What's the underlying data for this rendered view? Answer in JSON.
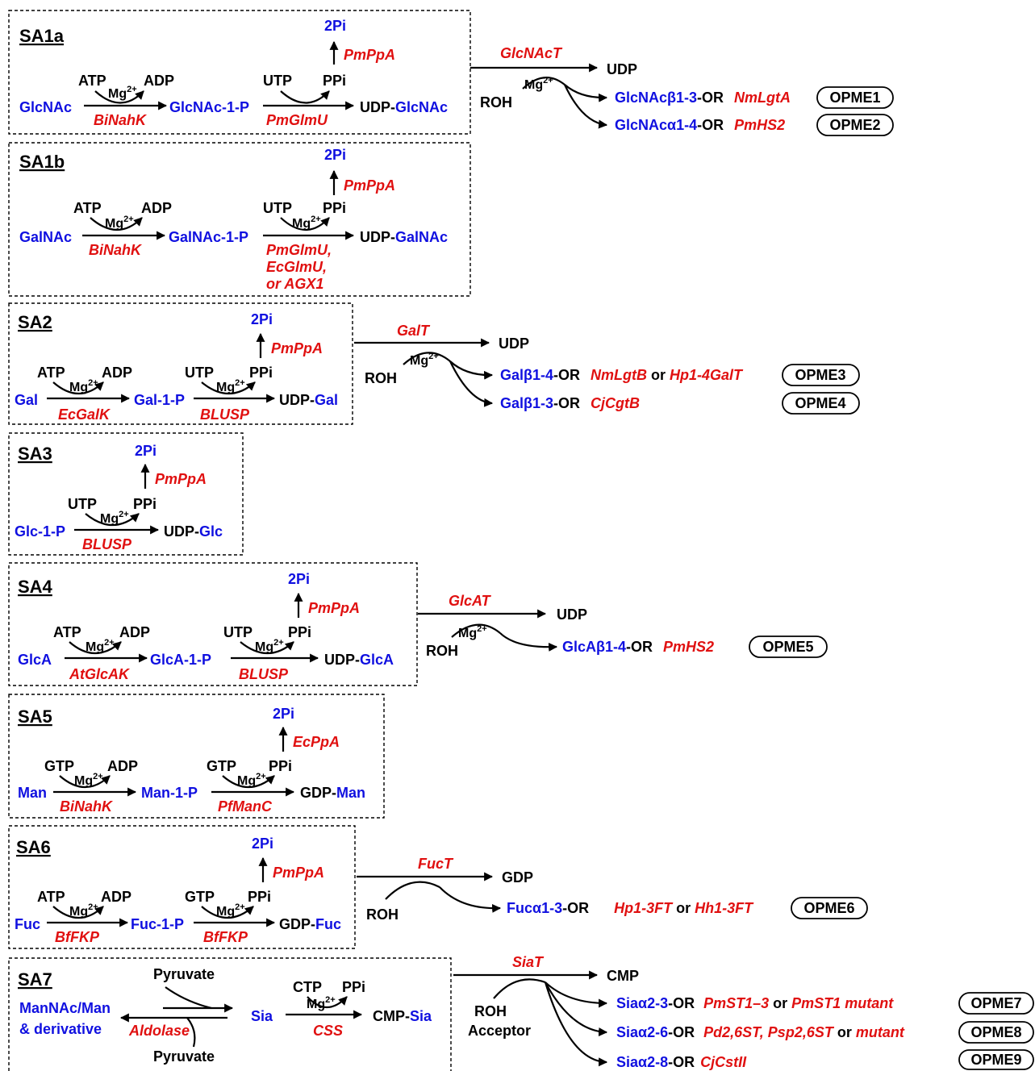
{
  "colors": {
    "substrate": "#1010e0",
    "enzyme": "#e01010",
    "text": "#000000"
  },
  "sections": {
    "sa1a": {
      "title": "SA1a",
      "sugar": "GlcNAc",
      "atp": "ATP",
      "adp": "ADP",
      "kinase": "BiNahK",
      "p1": "GlcNAc-1-P",
      "ntp": "UTP",
      "ppi": "PPi",
      "pyro_enzyme": "PmGlmU",
      "twopi": "2Pi",
      "ppase": "PmPpA",
      "udp": "UDP-",
      "udp_sugar": "GlcNAc"
    },
    "sa1b": {
      "title": "SA1b",
      "sugar": "GalNAc",
      "atp": "ATP",
      "adp": "ADP",
      "kinase": "BiNahK",
      "p1": "GalNAc-1-P",
      "ntp": "UTP",
      "ppi": "PPi",
      "enz1": "PmGlmU,",
      "enz2": "EcGlmU,",
      "enz3": "AGX1",
      "or_text": "or ",
      "twopi": "2Pi",
      "ppase": "PmPpA",
      "udp": "UDP-",
      "udp_sugar": "GalNAc"
    },
    "sa2": {
      "title": "SA2",
      "sugar": "Gal",
      "atp": "ATP",
      "adp": "ADP",
      "kinase": "EcGalK",
      "p1": "Gal-1-P",
      "ntp": "UTP",
      "ppi": "PPi",
      "pyro_enzyme": "BLUSP",
      "twopi": "2Pi",
      "ppase": "PmPpA",
      "udp": "UDP-",
      "udp_sugar": "Gal"
    },
    "sa3": {
      "title": "SA3",
      "p1": "Glc-1-P",
      "ntp": "UTP",
      "ppi": "PPi",
      "pyro_enzyme": "BLUSP",
      "twopi": "2Pi",
      "ppase": "PmPpA",
      "udp": "UDP-",
      "udp_sugar": "Glc"
    },
    "sa4": {
      "title": "SA4",
      "sugar": "GlcA",
      "atp": "ATP",
      "adp": "ADP",
      "kinase": "AtGlcAK",
      "p1": "GlcA-1-P",
      "ntp": "UTP",
      "ppi": "PPi",
      "pyro_enzyme": "BLUSP",
      "twopi": "2Pi",
      "ppase": "PmPpA",
      "udp": "UDP-",
      "udp_sugar": "GlcA"
    },
    "sa5": {
      "title": "SA5",
      "sugar": "Man",
      "atp": "GTP",
      "adp": "ADP",
      "kinase": "BiNahK",
      "p1": "Man-1-P",
      "ntp": "GTP",
      "ppi": "PPi",
      "pyro_enzyme": "PfManC",
      "twopi": "2Pi",
      "ppase": "EcPpA",
      "udp": "GDP-",
      "udp_sugar": "Man"
    },
    "sa6": {
      "title": "SA6",
      "sugar": "Fuc",
      "atp": "ATP",
      "adp": "ADP",
      "kinase": "BfFKP",
      "p1": "Fuc-1-P",
      "ntp": "GTP",
      "ppi": "PPi",
      "pyro_enzyme": "BfFKP",
      "twopi": "2Pi",
      "ppase": "PmPpA",
      "udp": "GDP-",
      "udp_sugar": "Fuc"
    },
    "sa7": {
      "title": "SA7",
      "precursor1": "ManNAc/Man",
      "precursor2": "& derivative",
      "pyruvate_top": "Pyruvate",
      "pyruvate_bottom": "Pyruvate",
      "aldolase": "Aldolase",
      "sia": "Sia",
      "ctp": "CTP",
      "ppi": "PPi",
      "css": "CSS",
      "cmp": "CMP-",
      "cmp_sugar": "Sia"
    }
  },
  "mg": "Mg",
  "mg_charge": "2+",
  "roh": "ROH",
  "acceptor": "Acceptor",
  "transfers": {
    "glcnact": {
      "enzyme": "GlcNAcT",
      "byproduct": "UDP",
      "products": [
        {
          "glycan": "GlcNAcβ1-3",
          "suffix": "-OR ",
          "enzyme": "NmLgtA",
          "badge": "OPME1"
        },
        {
          "glycan": "GlcNAcα1-4",
          "suffix": "-OR ",
          "enzyme": "PmHS2",
          "badge": "OPME2"
        }
      ]
    },
    "galt": {
      "enzyme": "GalT",
      "byproduct": "UDP",
      "products": [
        {
          "glycan": "Galβ1-4",
          "suffix": "-OR ",
          "enzyme": "NmLgtB",
          "or": " or ",
          "enzyme2": "Hp1-4GalT",
          "badge": "OPME3"
        },
        {
          "glycan": "Galβ1-3",
          "suffix": "-OR ",
          "enzyme": "CjCgtB",
          "badge": "OPME4"
        }
      ]
    },
    "glcat": {
      "enzyme": "GlcAT",
      "byproduct": "UDP",
      "products": [
        {
          "glycan": "GlcAβ1-4",
          "suffix": "-OR ",
          "enzyme": "PmHS2",
          "badge": "OPME5"
        }
      ]
    },
    "fuct": {
      "enzyme": "FucT",
      "byproduct": "GDP",
      "products": [
        {
          "glycan": "Fucα1-3",
          "suffix": "-OR ",
          "enzyme": "Hp1-3FT",
          "or": " or ",
          "enzyme2": "Hh1-3FT",
          "badge": "OPME6"
        }
      ]
    },
    "siat": {
      "enzyme": "SiaT",
      "byproduct": "CMP",
      "products": [
        {
          "glycan": "Siaα2-3",
          "suffix": "-OR ",
          "enzyme": "PmST1–3",
          "or": " or ",
          "enzyme2": "PmST1 mutant",
          "badge": "OPME7"
        },
        {
          "glycan": "Siaα2-6",
          "suffix": "-OR ",
          "enzyme": "Pd2,6ST, Psp2,6ST",
          "or": " or ",
          "enzyme2": "mutant",
          "badge": "OPME8"
        },
        {
          "glycan": "Siaα2-8",
          "suffix": "-OR ",
          "enzyme": "CjCstII",
          "badge": "OPME9"
        }
      ]
    }
  }
}
